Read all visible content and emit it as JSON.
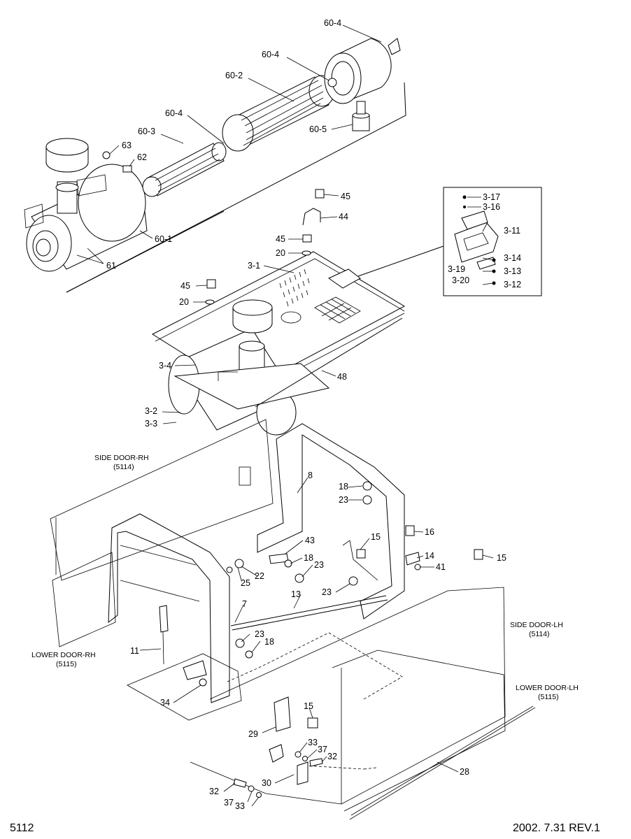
{
  "footer": {
    "page_code": "5112",
    "revision": "2002. 7.31  REV.1"
  },
  "door_labels": {
    "side_rh": "SIDE DOOR-RH",
    "side_rh_ref": "(5114)",
    "lower_rh": "LOWER DOOR-RH",
    "lower_rh_ref": "(5115)",
    "side_lh": "SIDE DOOR-LH",
    "side_lh_ref": "(5114)",
    "lower_lh": "LOWER DOOR-LH",
    "lower_lh_ref": "(5115)"
  },
  "callouts": {
    "c60_4a": "60-4",
    "c60_4b": "60-4",
    "c60_2": "60-2",
    "c60_4c": "60-4",
    "c60_3": "60-3",
    "c60_5": "60-5",
    "c63": "63",
    "c62": "62",
    "c60_1": "60-1",
    "c61": "61",
    "c45a": "45",
    "c44": "44",
    "c45b": "45",
    "c20a": "20",
    "c3_1": "3-1",
    "c45c": "45",
    "c20b": "20",
    "c3_4": "3-4",
    "c48": "48",
    "c3_2": "3-2",
    "c3_3": "3-3",
    "c3_17": "3-17",
    "c3_16": "3-16",
    "c3_11": "3-11",
    "c3_14": "3-14",
    "c3_19": "3-19",
    "c3_13": "3-13",
    "c3_20": "3-20",
    "c3_12": "3-12",
    "c8": "8",
    "c18a": "18",
    "c23a": "23",
    "c15a": "15",
    "c16": "16",
    "c15b": "15",
    "c14": "14",
    "c41": "41",
    "c43": "43",
    "c18b": "18",
    "c23b": "23",
    "c25": "25",
    "c22": "22",
    "c23c": "23",
    "c13": "13",
    "c7": "7",
    "c11": "11",
    "c23d": "23",
    "c18c": "18",
    "c34": "34",
    "c15c": "15",
    "c29": "29",
    "c33a": "33",
    "c37a": "37",
    "c32a": "32",
    "c28": "28",
    "c30": "30",
    "c32b": "32",
    "c37b": "37",
    "c33b": "33"
  }
}
